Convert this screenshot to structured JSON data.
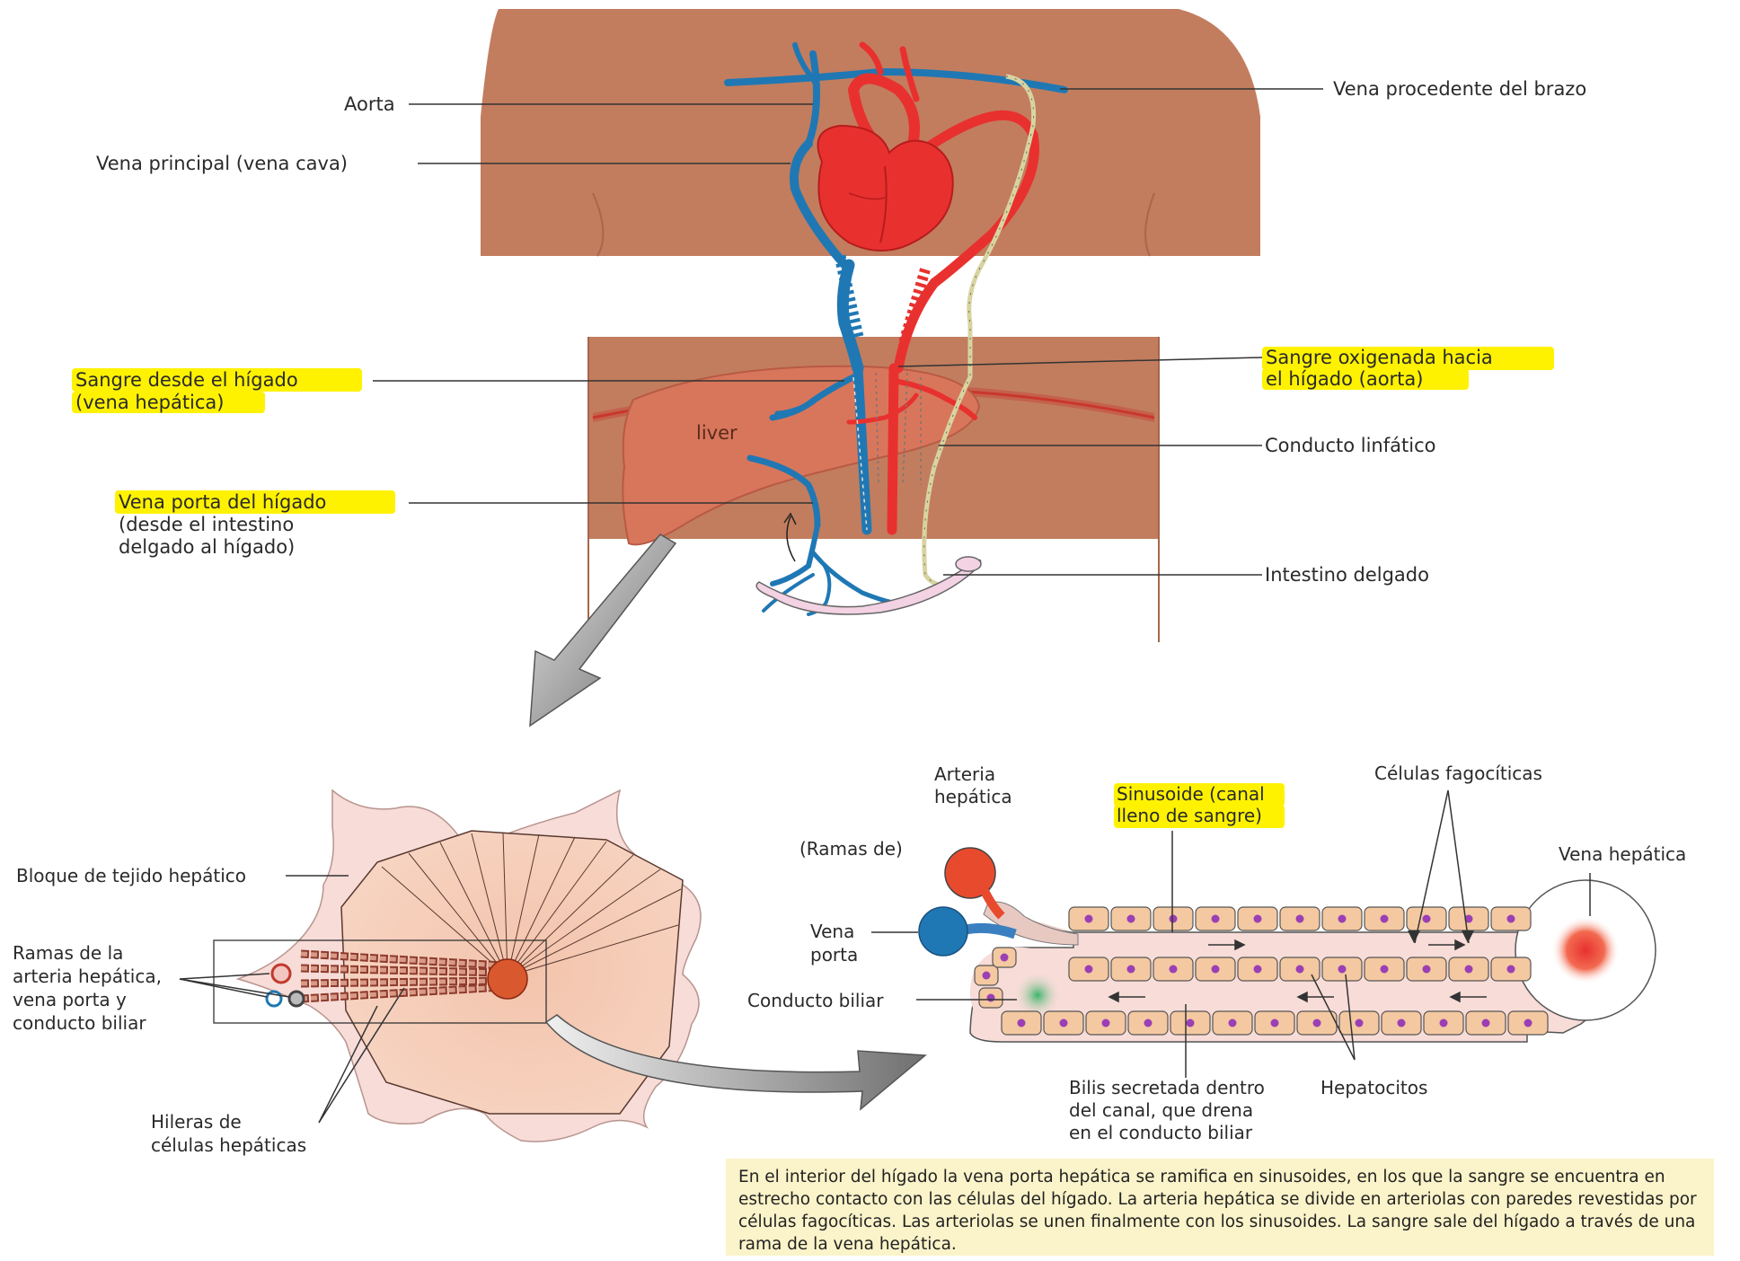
{
  "labels": {
    "aorta": "Aorta",
    "vena_cava": "Vena principal (vena cava)",
    "vena_brazo": "Vena procedente del brazo",
    "sangre_higado_1": "Sangre desde el hígado",
    "sangre_higado_2": "(vena hepática)",
    "sangre_oxigenada_1": "Sangre oxigenada hacia",
    "sangre_oxigenada_2": "el hígado (aorta)",
    "liver": "liver",
    "conducto_linfatico": "Conducto linfático",
    "vena_porta_1": "Vena porta del hígado",
    "vena_porta_2": "(desde el intestino",
    "vena_porta_3": "delgado al hígado)",
    "intestino": "Intestino delgado",
    "bloque": "Bloque de tejido hepático",
    "ramas_1": "Ramas de la",
    "ramas_2": "arteria hepática,",
    "ramas_3": "vena porta y",
    "ramas_4": "conducto biliar",
    "hileras_1": "Hileras de",
    "hileras_2": "células hepáticas",
    "arteria_1": "Arteria",
    "arteria_2": "hepática",
    "ramas_de": "(Ramas de)",
    "vena_porta_small_1": "Vena",
    "vena_porta_small_2": "porta",
    "conducto_biliar": "Conducto biliar",
    "sinusoide_1": "Sinusoide (canal",
    "sinusoide_2": "lleno de sangre)",
    "fagociticas": "Células fagocíticas",
    "vena_hepatica": "Vena hepática",
    "bilis_1": "Bilis secretada dentro",
    "bilis_2": "del canal, que drena",
    "bilis_3": "en el conducto biliar",
    "hepatocitos": "Hepatocitos"
  },
  "caption": "En el interior del hígado la vena porta hepática se ramifica en sinusoides, en los que la sangre se encuentra en estrecho contacto con las células del hígado. La arteria hepática se divide en arteriolas con paredes revestidas por células fagocíticas. Las arteriolas se unen finalmente con los sinusoides. La sangre sale del hígado a través de una rama de la vena hepática.",
  "colors": {
    "body": "#c27d5e",
    "liver": "#d8765b",
    "artery": "#e8312f",
    "vein": "#1f78b4",
    "highlight": "#fff200",
    "tissue": "#f7dcd8",
    "hepatocyte": "#f4c8a0",
    "nucleus": "#9b3fb5"
  }
}
